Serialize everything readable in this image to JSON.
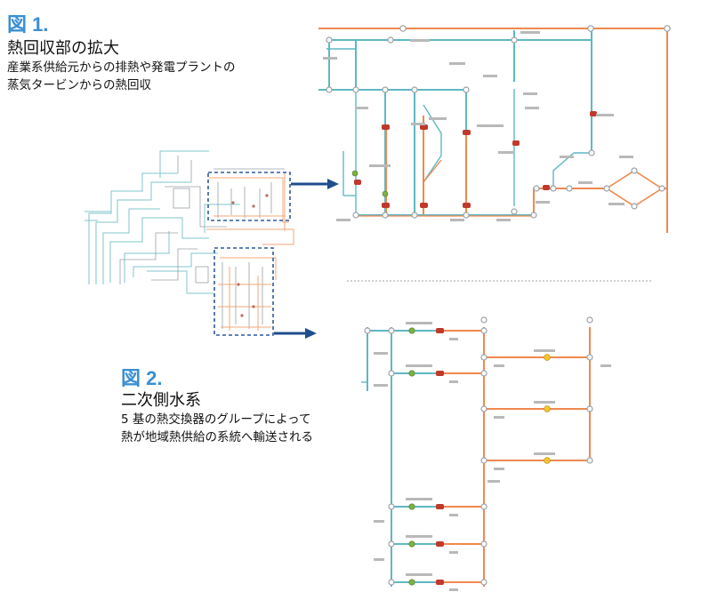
{
  "figure1": {
    "label": "図 1.",
    "title": "熱回収部の拡大",
    "description_line1": "産業系供給元からの排熱や発電プラントの",
    "description_line2": "蒸気タービンからの熱回収"
  },
  "figure2": {
    "label": "図 2.",
    "title": "二次側水系",
    "description_line1": "5 基の熱交換器のグループによって",
    "description_line2": "熱が地域熱供給の系統へ輸送される"
  },
  "colors": {
    "accent_blue": "#3a8fd4",
    "hot_pipe": "#f0894e",
    "cold_pipe": "#5fb8c4",
    "node": "#9aa0a6",
    "valve_red": "#c0392b",
    "pump_green": "#7cb342",
    "pump_yellow": "#f4c430",
    "callout_box": "#2d5a9c",
    "arrow": "#1f4e8c"
  }
}
